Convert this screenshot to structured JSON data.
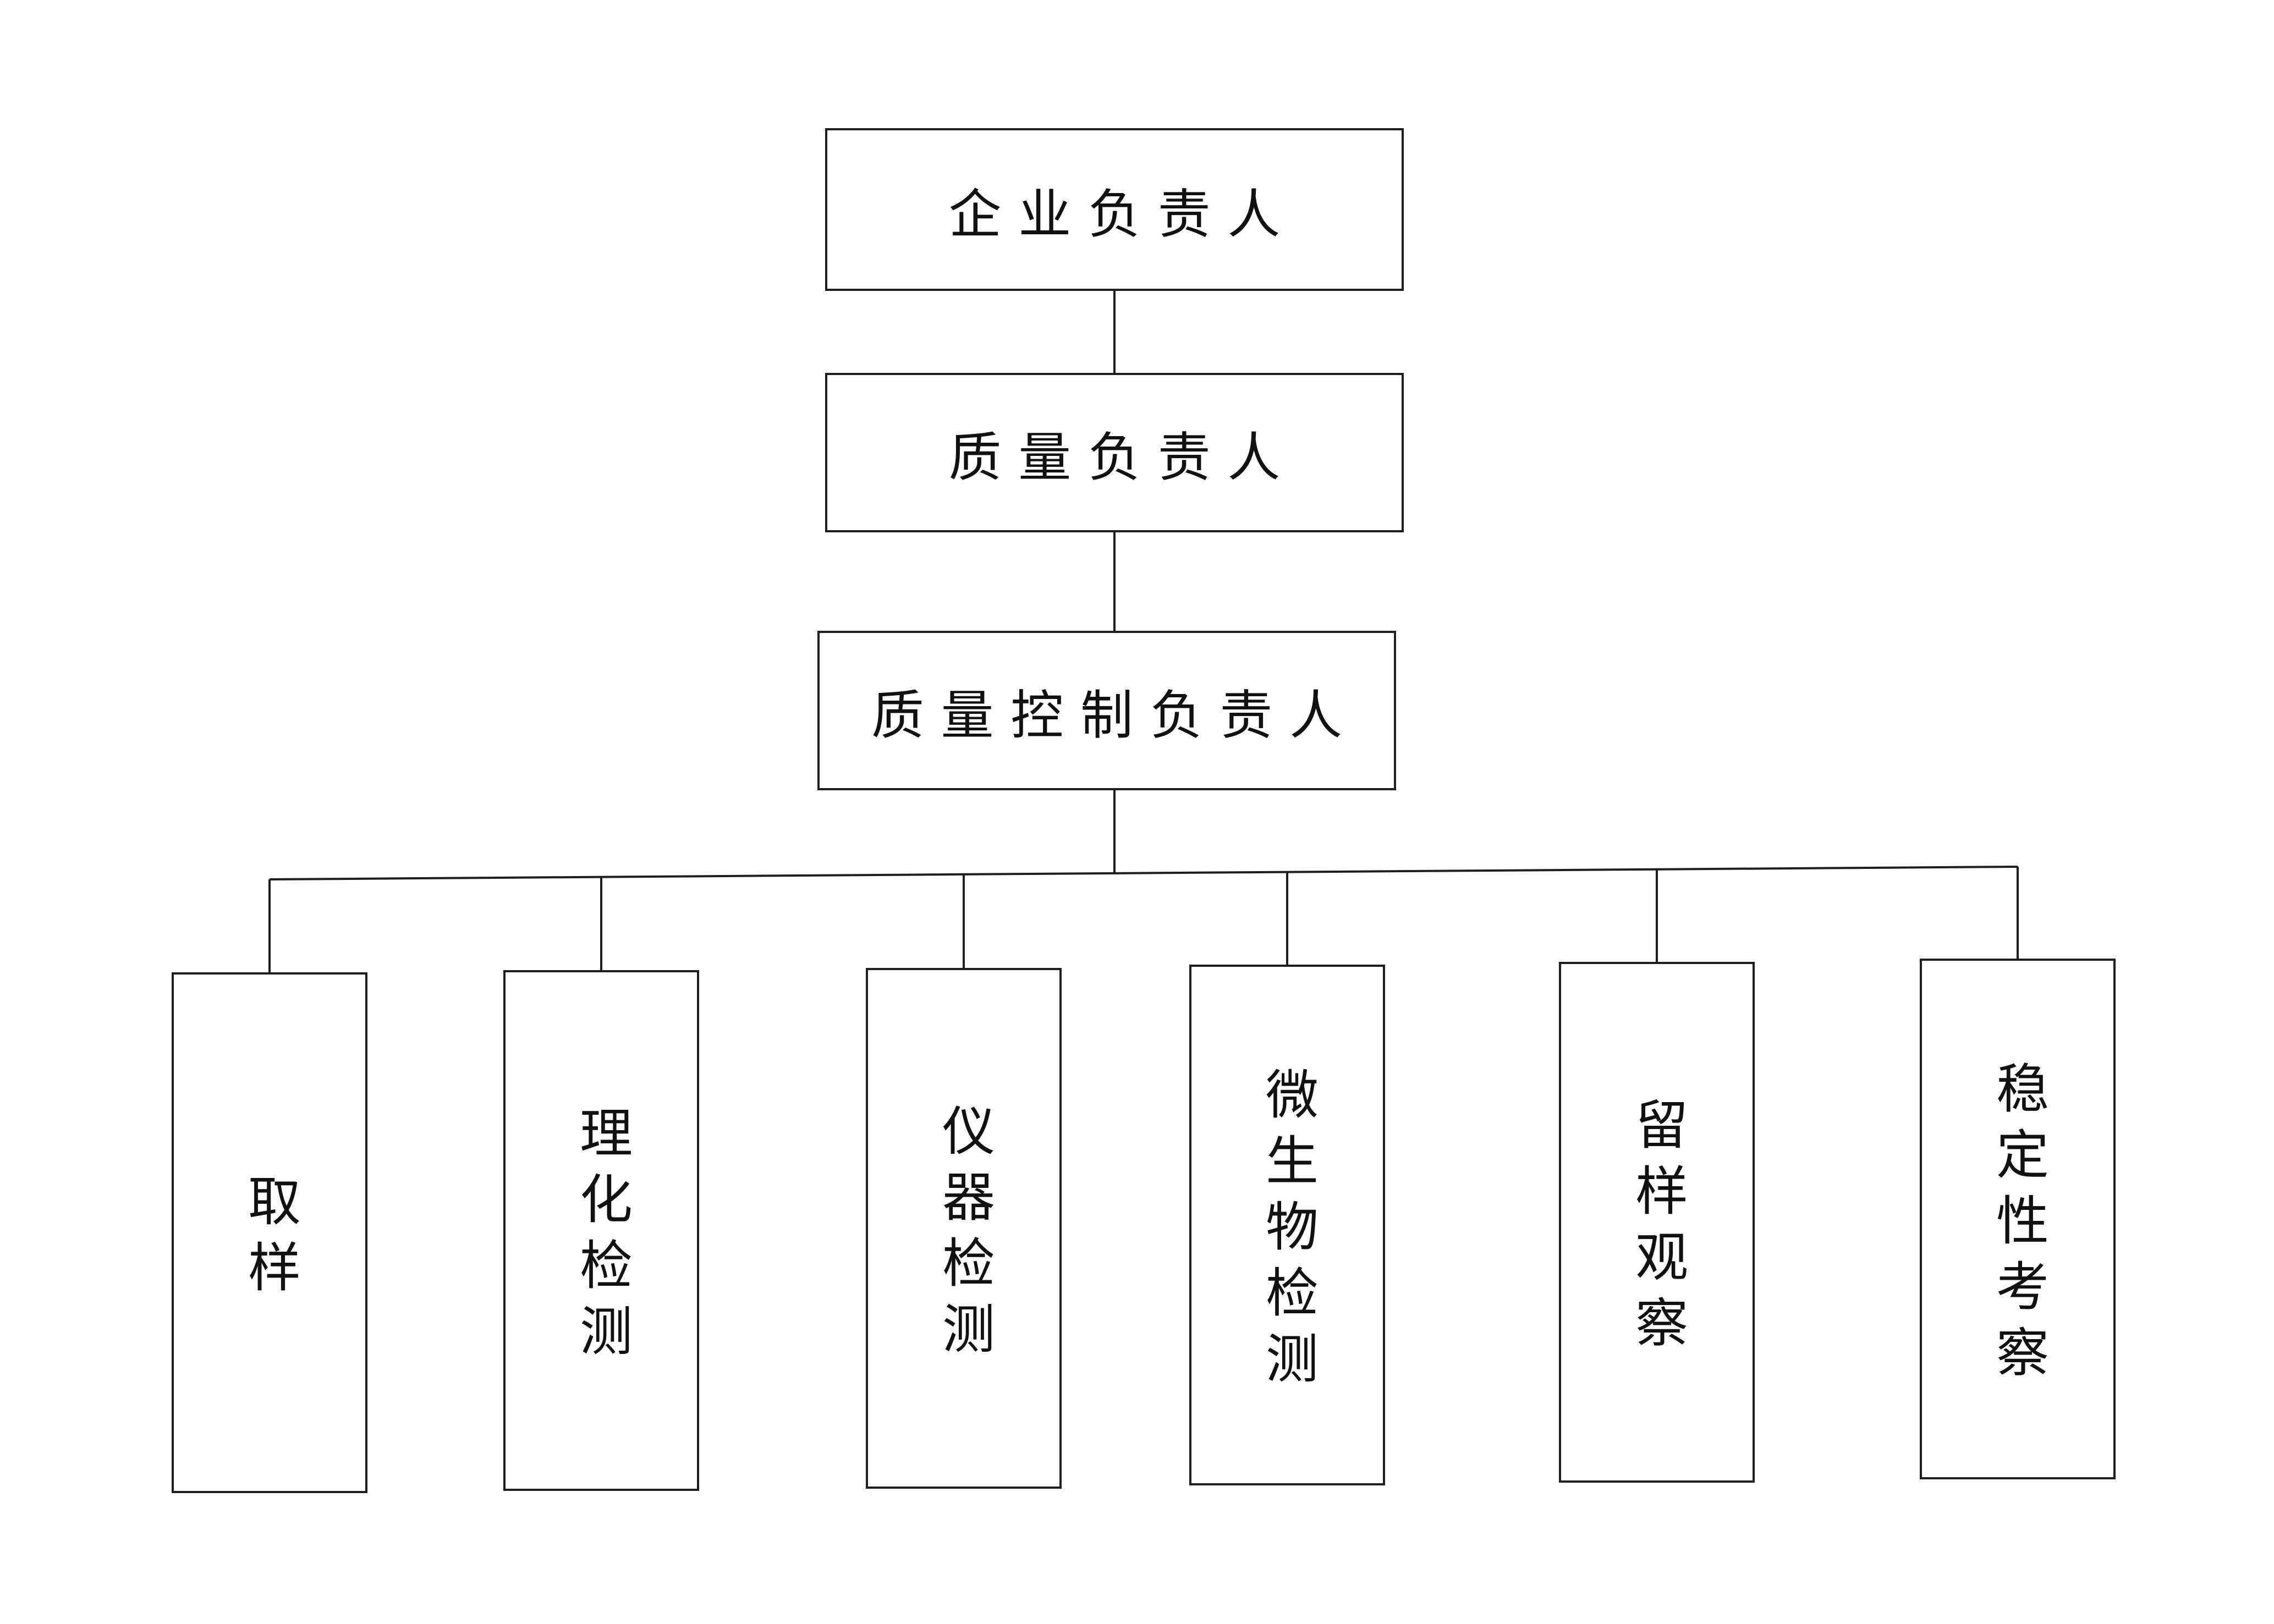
{
  "diagram": {
    "type": "org-chart",
    "root": {
      "label": "企业负责人"
    },
    "level2": {
      "label": "质量负责人"
    },
    "level3": {
      "label": "质量控制负责人"
    },
    "departments": [
      {
        "label": "取样"
      },
      {
        "label": "理化检测"
      },
      {
        "label": "仪器检测"
      },
      {
        "label": "微生物检测"
      },
      {
        "label": "留样观察"
      },
      {
        "label": "稳定性考察"
      }
    ]
  },
  "colors": {
    "line": "#1e1e1e",
    "text": "#111111",
    "background": "#ffffff"
  }
}
